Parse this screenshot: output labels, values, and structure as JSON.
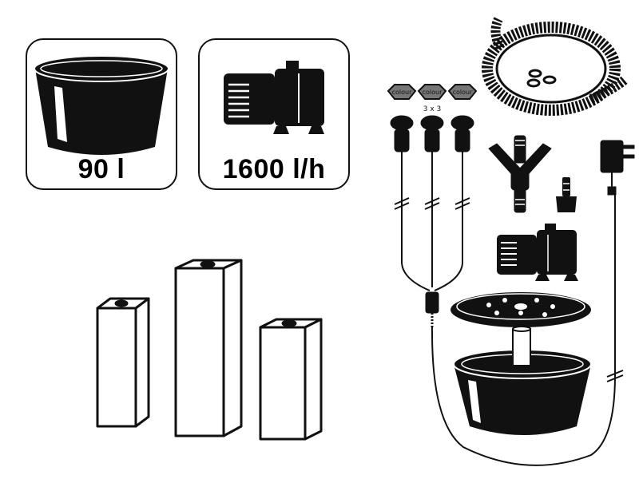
{
  "spec_cards": [
    {
      "icon": "basin-icon",
      "label": "90 l"
    },
    {
      "icon": "pump-icon",
      "label": "1600 l/h"
    }
  ],
  "led": {
    "cap_label": "colour",
    "count_label": "3 x 3"
  },
  "colors": {
    "ink": "#111111",
    "paper": "#ffffff"
  }
}
